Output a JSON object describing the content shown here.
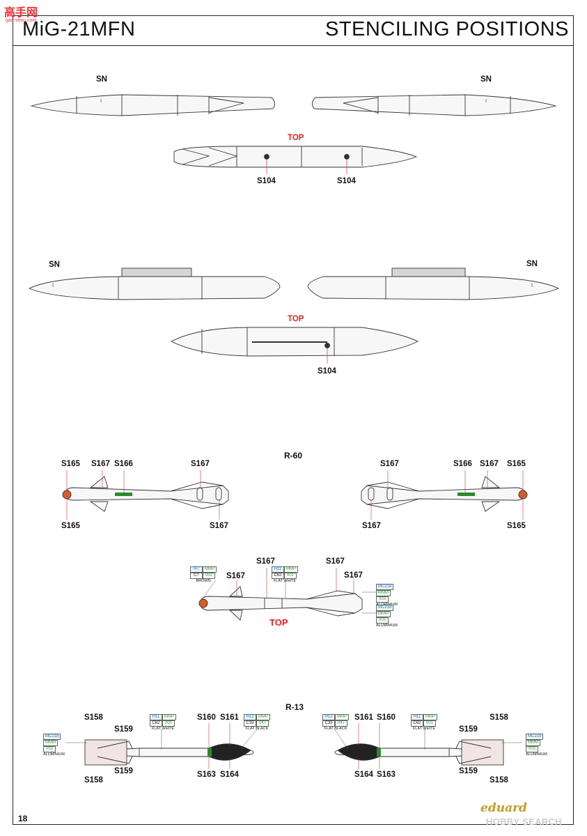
{
  "header": {
    "model": "MiG-21MFN",
    "title": "STENCILING POSITIONS"
  },
  "page_number": "18",
  "brand": "eduard",
  "watermark": {
    "top_left": "高手网",
    "top_left_sub": "gao-shou.com",
    "bottom_right": "HOBBY SEARCH"
  },
  "labels": {
    "sn": "SN",
    "top": "TOP",
    "s104": "S104",
    "s158": "S158",
    "s159": "S159",
    "s160": "S160",
    "s161": "S161",
    "s163": "S163",
    "s164": "S164",
    "s165": "S165",
    "s166": "S166",
    "s167": "S167"
  },
  "sections": {
    "r60": "R-60",
    "r13": "R-13"
  },
  "colors": {
    "brown": {
      "h": "H7",
      "c": "C7",
      "mmp": "MMP",
      "mmp_no": "002",
      "name": "BROWN"
    },
    "flat_white": {
      "h": "H11",
      "c": "C62",
      "mmp": "MMP",
      "mmp_no": "001",
      "name": "FLAT WHITE"
    },
    "flat_black": {
      "h": "H12",
      "c": "C33",
      "mmp": "MMP",
      "mmp_no": "047",
      "name": "FLAT BLACK"
    },
    "aluminium": {
      "mc": "MC218",
      "mmm": "MMM",
      "mmm_no": "003",
      "name": "ALUMINIUM"
    }
  },
  "accent": {
    "top_red": "#d22222",
    "brand_gold": "#c89a2a",
    "stripe_green": "#2b8a2b"
  }
}
